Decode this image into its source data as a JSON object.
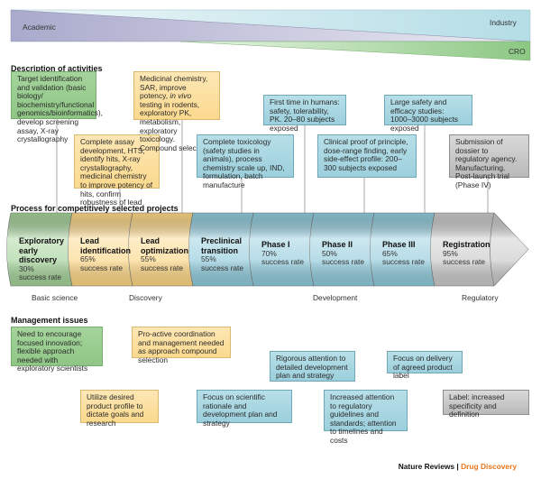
{
  "sectors": {
    "academic": "Academic",
    "industry": "Industry",
    "cro": "CRO"
  },
  "sections": {
    "activities": "Description of activities",
    "process": "Process for competitively selected projects",
    "management": "Management issues"
  },
  "activities": [
    {
      "id": "target-id",
      "color": "green",
      "text": "Target identification and validation (basic biology/ biochemistry/functional genomics/bioinformatics), develop screening assay, X-ray crystallography"
    },
    {
      "id": "lead-id",
      "color": "yellow",
      "text": "Complete assay development, HTS, identify hits, X-ray crystallography, medicinal chemistry to improve potency of hits, confirm robustness of lead"
    },
    {
      "id": "lead-opt",
      "color": "yellow",
      "text_pre": "Medicinal chemistry, SAR, improve potency,",
      "text_italic": "in vivo",
      "text_post": "testing in rodents, exploratory PK, metabolism, exploratory toxicology. Compound selection"
    },
    {
      "id": "preclinical",
      "color": "blue",
      "text": "Complete toxicology (safety studies in animals), process chemistry scale up, IND, formulation, batch manufacture"
    },
    {
      "id": "phase1",
      "color": "blue",
      "text": "First time in  humans: safety, tolerability, PK. 20–80 subjects exposed"
    },
    {
      "id": "phase2",
      "color": "blue",
      "text": "Clinical proof of principle, dose-range finding, early side-effect profile: 200–300 subjects exposed"
    },
    {
      "id": "phase3",
      "color": "blue",
      "text": "Large safety and efficacy studies: 1000–3000 subjects exposed"
    },
    {
      "id": "registration",
      "color": "gray",
      "text": "Submission of dossier to regulatory agency. Manufacturing. Post-launch trial (Phase IV)"
    }
  ],
  "stages": [
    {
      "name": "Exploratory early discovery",
      "rate": "30%",
      "rate_label": "success rate",
      "success_rate": 0.3,
      "color": "#a3d198"
    },
    {
      "name": "Lead identification",
      "rate": "65%",
      "rate_label": "success rate",
      "success_rate": 0.65,
      "color": "#fcd684"
    },
    {
      "name": "Lead optimization",
      "rate": "55%",
      "rate_label": "success rate",
      "success_rate": 0.55,
      "color": "#fcd684"
    },
    {
      "name": "Preclinical transition",
      "rate": "55%",
      "rate_label": "success rate",
      "success_rate": 0.55,
      "color": "#8fcadb"
    },
    {
      "name": "Phase I",
      "rate": "70%",
      "rate_label": "success rate",
      "success_rate": 0.7,
      "color": "#8fcadb"
    },
    {
      "name": "Phase II",
      "rate": "50%",
      "rate_label": "success rate",
      "success_rate": 0.5,
      "color": "#8fcadb"
    },
    {
      "name": "Phase III",
      "rate": "65%",
      "rate_label": "success rate",
      "success_rate": 0.65,
      "color": "#8fcadb"
    },
    {
      "name": "Registration",
      "rate": "95%",
      "rate_label": "success rate",
      "success_rate": 0.95,
      "color": "#c9c9c9"
    }
  ],
  "phases": [
    "Basic science",
    "Discovery",
    "Development",
    "Regulatory"
  ],
  "management": [
    {
      "color": "green",
      "text": "Need to encourage focused innovation; flexible approach needed with exploratory scientists"
    },
    {
      "color": "yellow",
      "text": "Pro-active coordination and management needed as approach compound selection"
    },
    {
      "color": "yellow",
      "text": "Utilize desired product profile to dictate goals and research"
    },
    {
      "color": "blue",
      "text": "Focus on scientific rationale and development plan and strategy"
    },
    {
      "color": "blue",
      "text": "Rigorous attention to detailed development plan and strategy"
    },
    {
      "color": "blue",
      "text": "Increased attention to regulatory guidelines and standards; attention to timelines and costs"
    },
    {
      "color": "blue",
      "text": "Focus on delivery of agreed product label"
    },
    {
      "color": "gray",
      "text": "Label: increased specificity and definition"
    }
  ],
  "footer": {
    "journal": "Nature Reviews",
    "separator": " | ",
    "section": "Drug Discovery"
  }
}
